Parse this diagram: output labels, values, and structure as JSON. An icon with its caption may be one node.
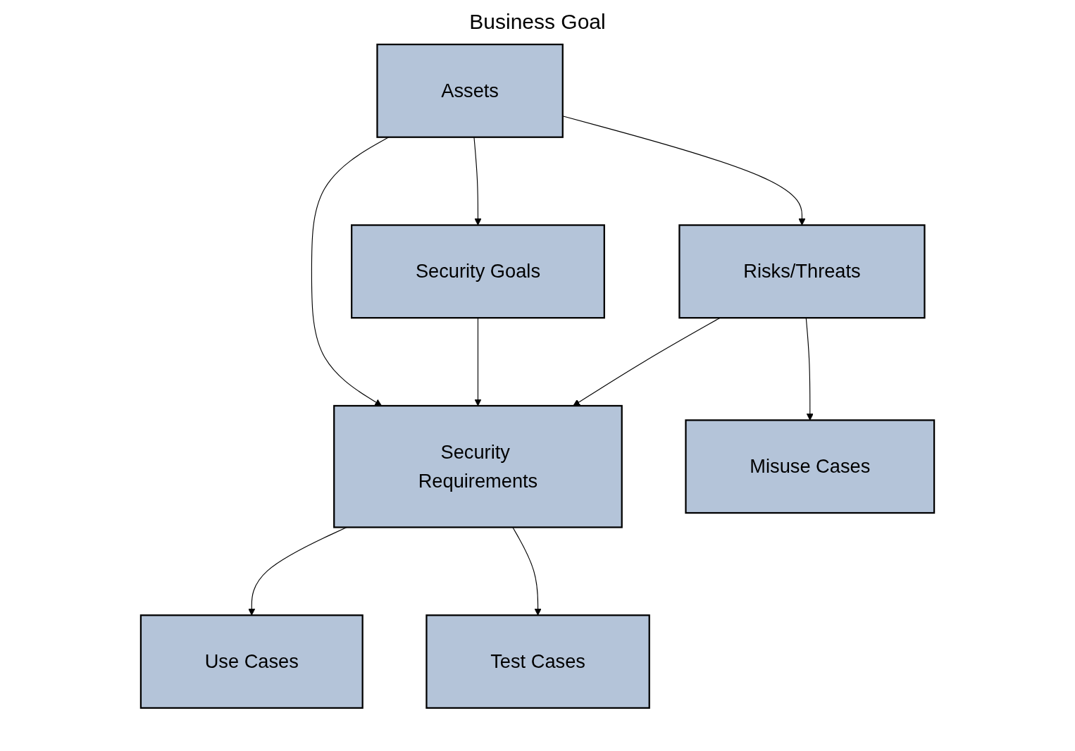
{
  "diagram": {
    "title": "Business Goal",
    "nodes": [
      {
        "text": [
          "Assets"
        ]
      },
      {
        "text": [
          "Security Goals"
        ]
      },
      {
        "text": [
          "Risks/Threats"
        ]
      },
      {
        "text": [
          "Security Requirements"
        ]
      },
      {
        "text": [
          "Misuse Cases"
        ]
      },
      {
        "text": [
          "Use Cases"
        ]
      },
      {
        "text": [
          "Test Cases"
        ]
      }
    ],
    "edges": [
      {
        "from": 0,
        "to": 1,
        "arrow": "to"
      },
      {
        "from": 0,
        "to": 2,
        "arrow": "to"
      },
      {
        "from": 0,
        "to": 3,
        "arrow": "to"
      },
      {
        "from": 1,
        "to": 3,
        "arrow": "to"
      },
      {
        "from": 2,
        "to": 3,
        "arrow": "to"
      },
      {
        "from": 2,
        "to": 4,
        "arrow": "to"
      },
      {
        "from": 3,
        "to": 5,
        "arrow": "to"
      },
      {
        "from": 3,
        "to": 6,
        "arrow": "to"
      }
    ]
  }
}
